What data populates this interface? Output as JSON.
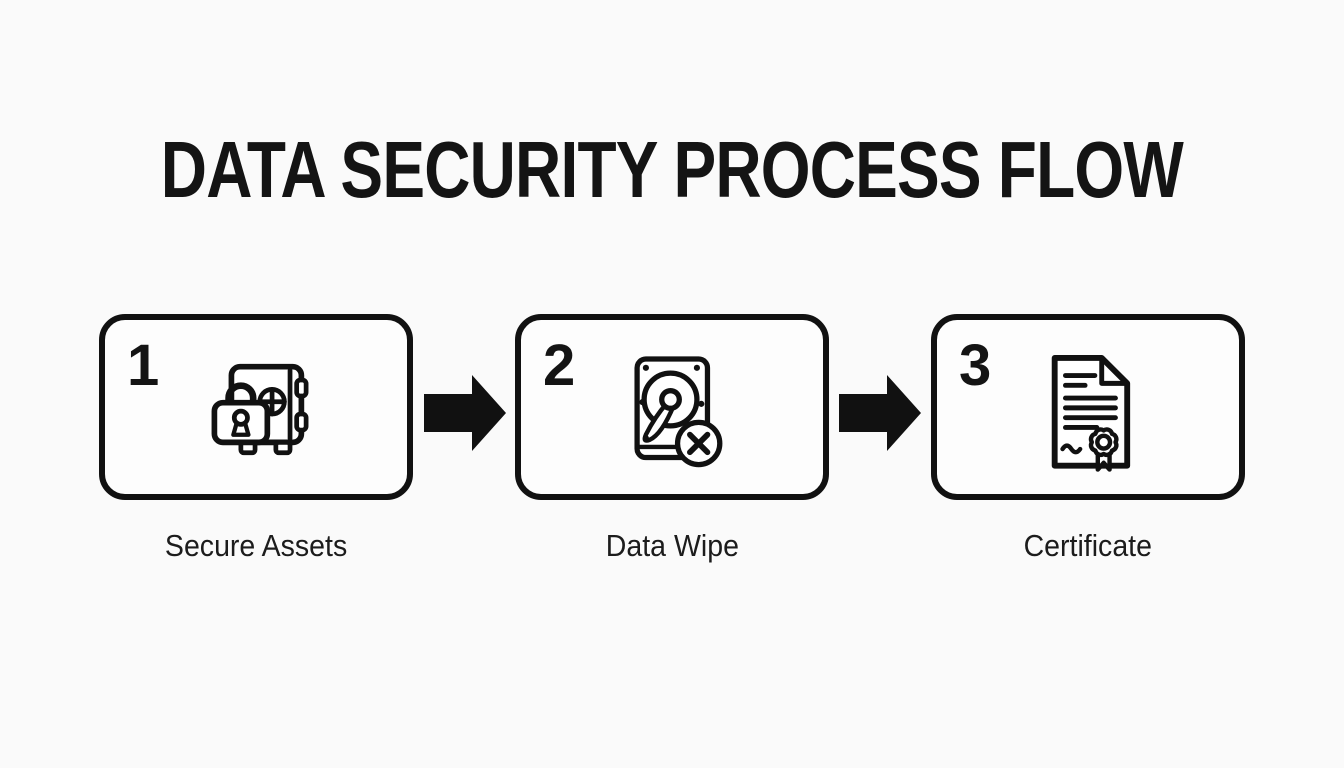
{
  "title": "DATA SECURITY PROCESS FLOW",
  "steps": [
    {
      "number": "1",
      "label": "Secure Assets",
      "icon": "safe-with-padlock-icon"
    },
    {
      "number": "2",
      "label": "Data Wipe",
      "icon": "hard-drive-erase-icon"
    },
    {
      "number": "3",
      "label": "Certificate",
      "icon": "certificate-seal-icon"
    }
  ],
  "colors": {
    "background": "#fafafa",
    "box_fill": "#fdfdfd",
    "stroke": "#111111",
    "title_text": "#141414",
    "label_text": "#1c1c1c",
    "arrow": "#111111"
  }
}
